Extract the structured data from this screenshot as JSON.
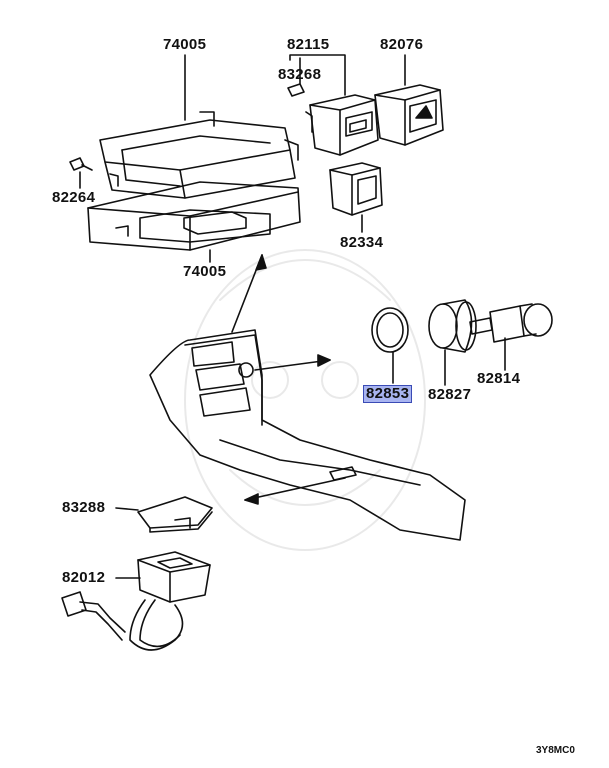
{
  "diagram": {
    "part_numbers": [
      "74005",
      "82115",
      "82076",
      "83268",
      "82264",
      "82334",
      "74005",
      "82853",
      "82827",
      "82814",
      "83288",
      "82012"
    ],
    "highlighted_part": "82853",
    "highlight_color": "#a8b4f0",
    "diagram_code": "3Y8MC0"
  }
}
